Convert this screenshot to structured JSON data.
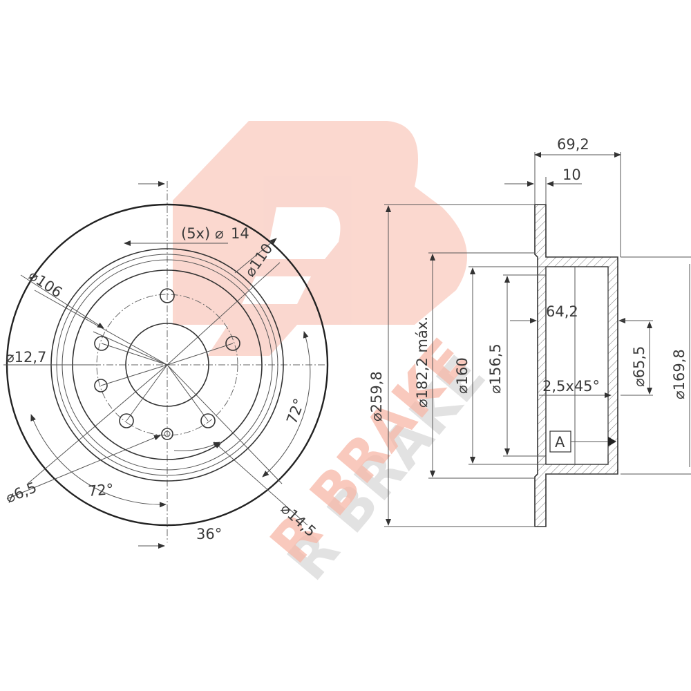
{
  "watermark": {
    "big_letter": "R",
    "text": "R BRAKE",
    "text_shadow": "R BRAKE",
    "color_main": "#f7b8a8",
    "color_shadow": "#cfcfcf"
  },
  "front_view": {
    "bolt_pattern": "(5x)",
    "bolt_hole_dia": "14",
    "pcd": "110",
    "centering": "106",
    "locating_hole": "12,7",
    "small_hole": "6,5",
    "angle_left": "72°",
    "angle_right": "72°",
    "angle_bottom": "36°",
    "bottom_hole": "14,5"
  },
  "side_view": {
    "total_height": "69,2",
    "thickness": "10",
    "disc_dia": "259,8",
    "friction_dia": "182,2 máx.",
    "hat_outer_dia": "160",
    "hat_inner_dia": "156,5",
    "hat_depth": "64,2",
    "center_bore": "65,5",
    "outer_hat_dia": "169,8",
    "chamfer": "2,5x45°",
    "datum": "A"
  },
  "symbols": {
    "diameter": "⌀"
  },
  "colors": {
    "line": "#333333",
    "text": "#3a3a3a",
    "background": "#ffffff"
  }
}
